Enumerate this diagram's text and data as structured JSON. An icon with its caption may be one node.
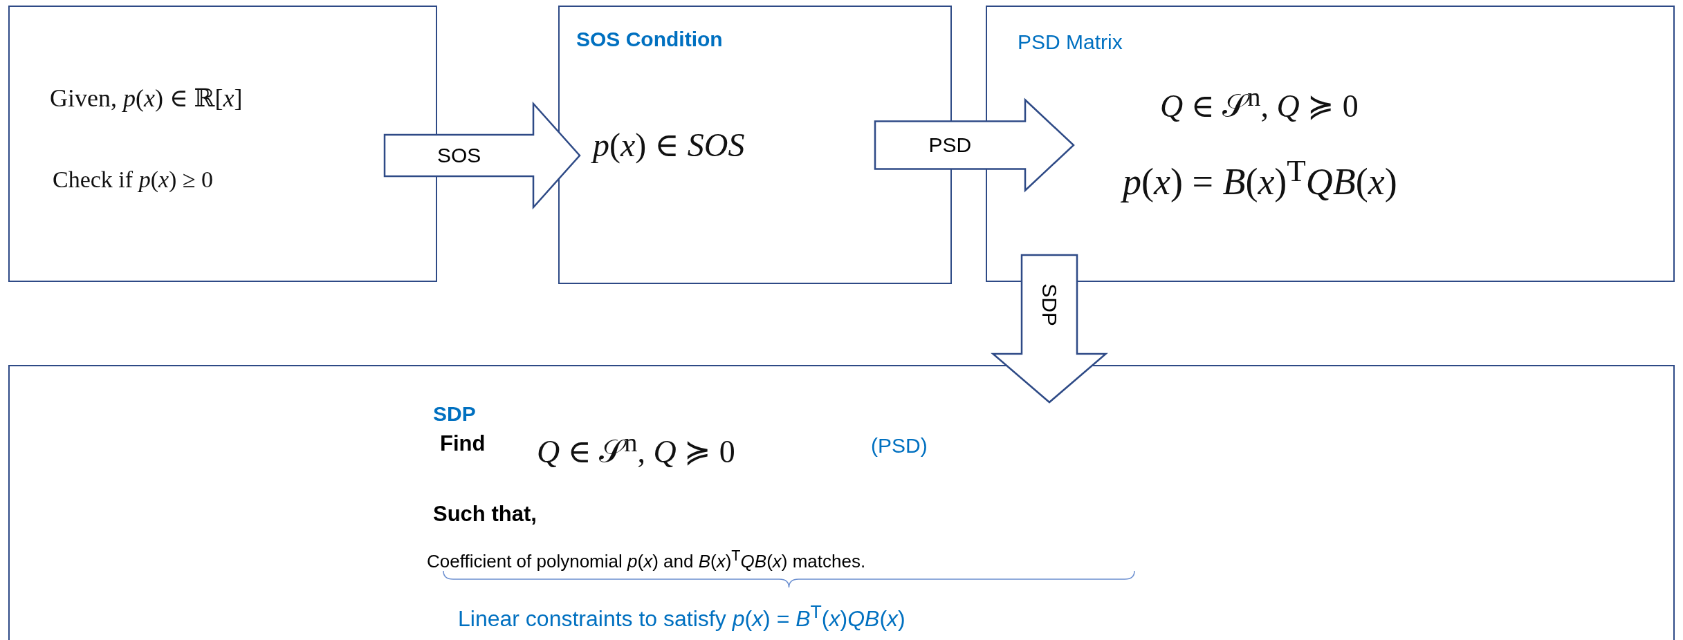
{
  "diagram": {
    "nodes": [
      {
        "text": [
          "Given,  *p*(*x*) ∈ ℝ[*x*]",
          "Check if  *p*(*x*) ≥ 0"
        ]
      },
      {
        "text": [
          "SOS Condition",
          "*p*(*x*) ∈ *SOS*"
        ]
      },
      {
        "text": [
          "PSD Matrix",
          "*Q* ∈ 𝒮$^{n}$,   *Q* ≽ 0",
          "*p*(*x*) = *B*(*x*)$^{T}$*QB*(*x*)"
        ]
      },
      {
        "text": [
          "SDP",
          "Find",
          "*Q* ∈ 𝒮$^{n}$,   *Q* ≽ 0",
          "(PSD)",
          "Such that,",
          "Coefficient of polynomial *p*(*x*) and *B*(*x*)$^{T}$*QB*(*x*) matches.",
          "Linear constraints to satisfy *p*(*x*) = *B*$^{T}$(*x*)*QB*(*x*)"
        ]
      }
    ],
    "edges": [
      {
        "from": 0,
        "to": 1,
        "arrow": "to",
        "label": "SOS"
      },
      {
        "from": 1,
        "to": 2,
        "arrow": "to",
        "label": "PSD"
      },
      {
        "from": 2,
        "to": 3,
        "arrow": "to",
        "label": "SDP"
      }
    ]
  }
}
